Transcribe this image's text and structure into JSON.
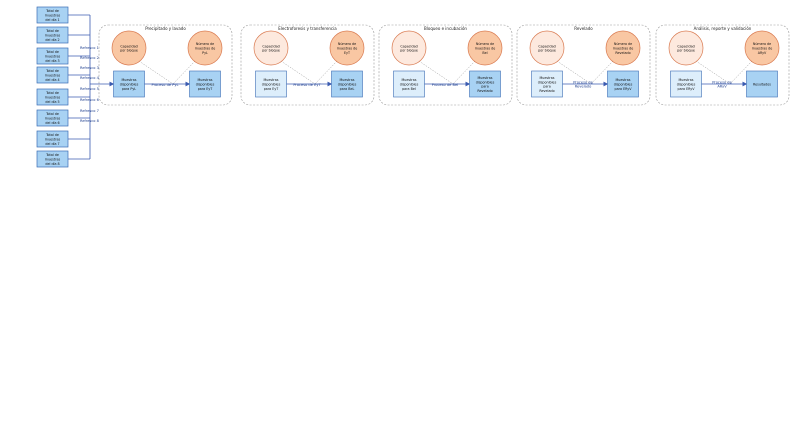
{
  "colors": {
    "box_fill": "#a8d2f3",
    "box_light_fill": "#ddeefb",
    "box_stroke": "#3c6db5",
    "circle_fill": "#f9c7a3",
    "circle_light_fill": "#fde9de",
    "circle_stroke": "#d97a50",
    "edge": "#3b5bb0",
    "dashed_edge": "#999999",
    "group_stroke": "#9a9a9a"
  },
  "day_boxes": [
    {
      "label": "Total de muestras del día 1"
    },
    {
      "label": "Total de muestras del día 2"
    },
    {
      "label": "Total de muestras del día 3"
    },
    {
      "label": "Total de muestras del día 4"
    },
    {
      "label": "Total de muestras del día 5"
    },
    {
      "label": "Total de muestras del día 6"
    },
    {
      "label": "Total de muestras del día 7"
    },
    {
      "label": "Total de muestras del día 8"
    }
  ],
  "refresh_labels": [
    "Refresco 1",
    "Refresco 2",
    "Refresco 3",
    "Refresco 4",
    "Refresco 5",
    "Refresco 6",
    "Refresco 7",
    "Refresco 8"
  ],
  "stages": [
    {
      "title": "Precipitado y lavado",
      "capacity": "Capacidad por bloque",
      "count": "Número de muestras de PyL",
      "available_in": "Muestras disponibles para PyL",
      "process": "Proceso de PyL",
      "available_out": "Muestras disponibles para EyT"
    },
    {
      "title": "Electroforesis y transferencia",
      "capacity": "Capacidad por bloque",
      "count": "Número de muestras de EyT",
      "available_in": "Muestras disponibles para EyT",
      "process": "Proceso de EyT",
      "available_out": "Muestras disponibles para BeL"
    },
    {
      "title": "Bloqueo e incubación",
      "capacity": "Capacidad por bloque",
      "count": "Número de muestras de BeI",
      "available_in": "Muestras disponibles para BeI",
      "process": "Proceso de BeI",
      "available_out": "Muestras disponibles para Revelado"
    },
    {
      "title": "Revelado",
      "capacity": "Capacidad por bloque",
      "count": "Número de muestras de Revelado",
      "available_in": "Muestras disponibles para Revelado",
      "process": "Proceso de Revelado",
      "available_out": "Muestras disponibles para ERyV"
    },
    {
      "title": "Análisis, reporte y validación",
      "capacity": "Capacidad por bloque",
      "count": "Número de muestras de ARyV",
      "available_in": "Muestras disponibles para ERyV",
      "process": "Proceso de ARyV",
      "available_out": "Resultados"
    }
  ]
}
